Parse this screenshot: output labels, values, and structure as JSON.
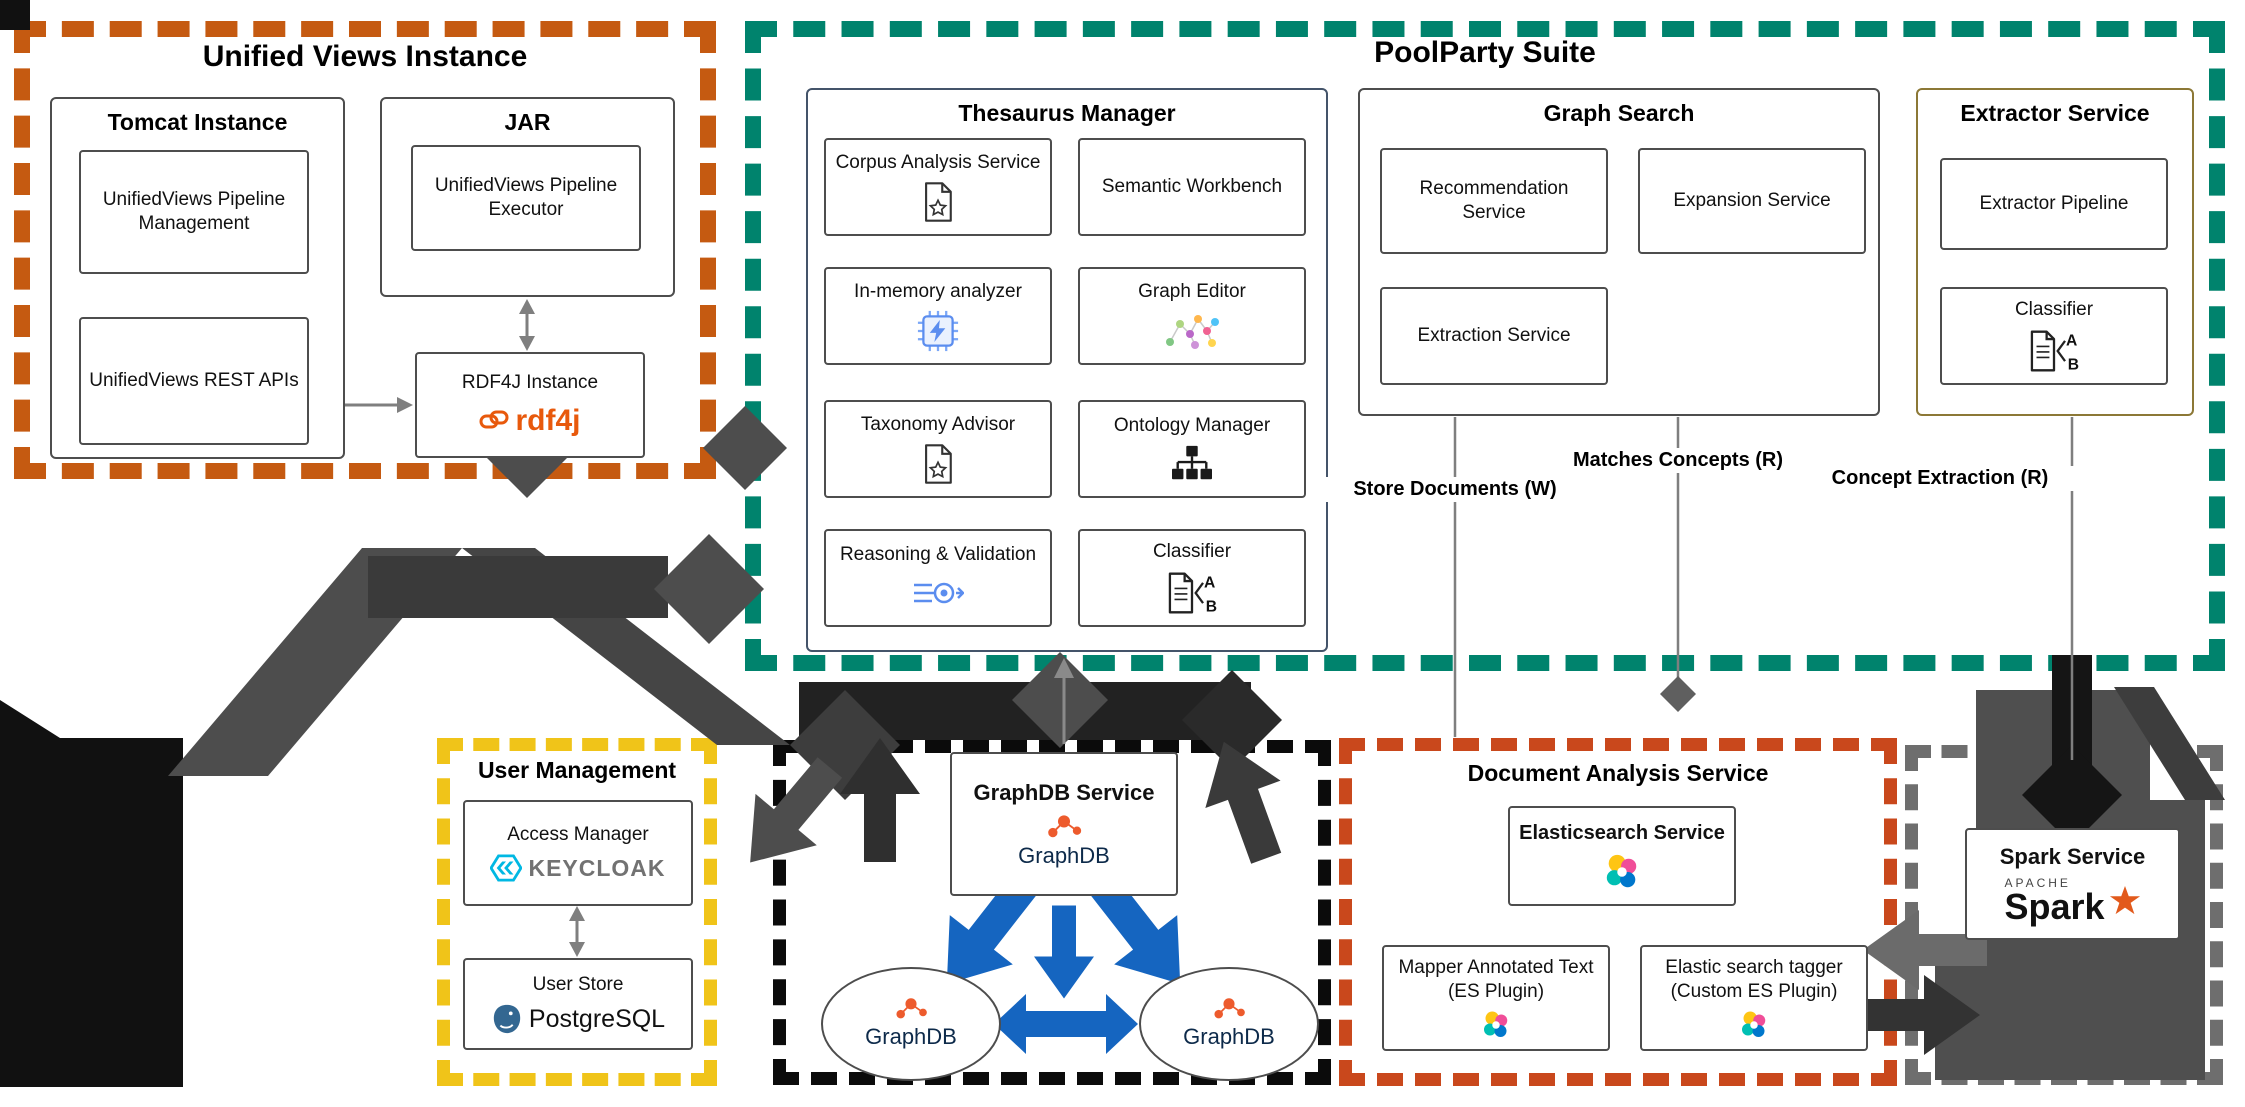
{
  "uv": {
    "title": "Unified Views Instance",
    "tomcat_title": "Tomcat Instance",
    "pipeline_mgmt": "UnifiedViews Pipeline Management",
    "rest_apis": "UnifiedViews REST APIs",
    "jar_title": "JAR",
    "pipeline_executor": "UnifiedViews Pipeline Executor",
    "rdf4j_title": "RDF4J Instance",
    "rdf4j_logo": "rdf4j"
  },
  "pp": {
    "title": "PoolParty Suite",
    "tm_title": "Thesaurus Manager",
    "corpus": "Corpus Analysis Service",
    "workbench": "Semantic Workbench",
    "inmem": "In-memory analyzer",
    "graph_editor": "Graph Editor",
    "tax_advisor": "Taxonomy Advisor",
    "ontology": "Ontology Manager",
    "reasoning": "Reasoning & Validation",
    "classifier": "Classifier",
    "gs_title": "Graph Search",
    "recommendation": "Recommendation Service",
    "expansion": "Expansion Service",
    "extraction": "Extraction Service",
    "ex_title": "Extractor Service",
    "ex_pipeline": "Extractor Pipeline",
    "ex_classifier": "Classifier"
  },
  "labels": {
    "store": "Store Documents (W)",
    "matches": "Matches Concepts (R)",
    "concept": "Concept Extraction (R)"
  },
  "um": {
    "title": "User Management",
    "access": "Access Manager",
    "keycloak": "KEYCLOAK",
    "store": "User Store",
    "postgres": "PostgreSQL"
  },
  "gdb": {
    "title": "GraphDB Service",
    "logo": "GraphDB",
    "left": "GraphDB",
    "right": "GraphDB"
  },
  "da": {
    "title": "Document Analysis Service",
    "elastic": "Elasticsearch Service",
    "mapper": "Mapper Annotated Text (ES Plugin)",
    "tagger": "Elastic search tagger (Custom ES Plugin)"
  },
  "spark": {
    "title": "Spark Service",
    "apache": "APACHE",
    "name": "Spark"
  },
  "icons": {
    "a": "A",
    "b": "B"
  }
}
